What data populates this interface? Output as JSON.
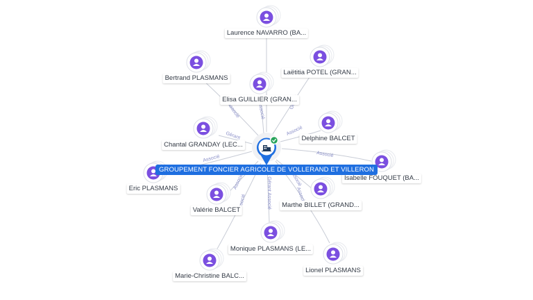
{
  "center": {
    "name": "GROUPEMENT FONCIER AGRICOLE DE VOLLERAND ET VILLERON",
    "icon": "building-icon",
    "status": "verified-check-icon",
    "color": "#1f6fe0"
  },
  "colors": {
    "person": "#7b4fe0",
    "edge": "#c8ccd6",
    "edge_label": "#8a8fc8"
  },
  "people": [
    {
      "name": "Laurence NAVARRO (BA...",
      "role": ""
    },
    {
      "name": "Bertrand PLASMANS",
      "role": "Associé"
    },
    {
      "name": "Laëtitia POTEL (GRAN...",
      "role": "Gérant"
    },
    {
      "name": "Elisa GUILLIER (GRAN...",
      "role": "Associé"
    },
    {
      "name": "Chantal GRANDAY (LEC...",
      "role": "Gérant"
    },
    {
      "name": "Delphine BALCET",
      "role": "Associé"
    },
    {
      "name": "Isabelle FOUQUET (BA...",
      "role": "Associé"
    },
    {
      "name": "Eric PLASMANS",
      "role": "Associé"
    },
    {
      "name": "Marthe BILLET (GRAND...",
      "role": "Associé"
    },
    {
      "name": "Valérie BALCET",
      "role": "Associé"
    },
    {
      "name": "Monique PLASMANS (LE...",
      "role": "Gérant Associé"
    },
    {
      "name": "Lionel PLASMANS",
      "role": "Associé"
    },
    {
      "name": "Marie-Christine BALC...",
      "role": "Associé"
    }
  ]
}
